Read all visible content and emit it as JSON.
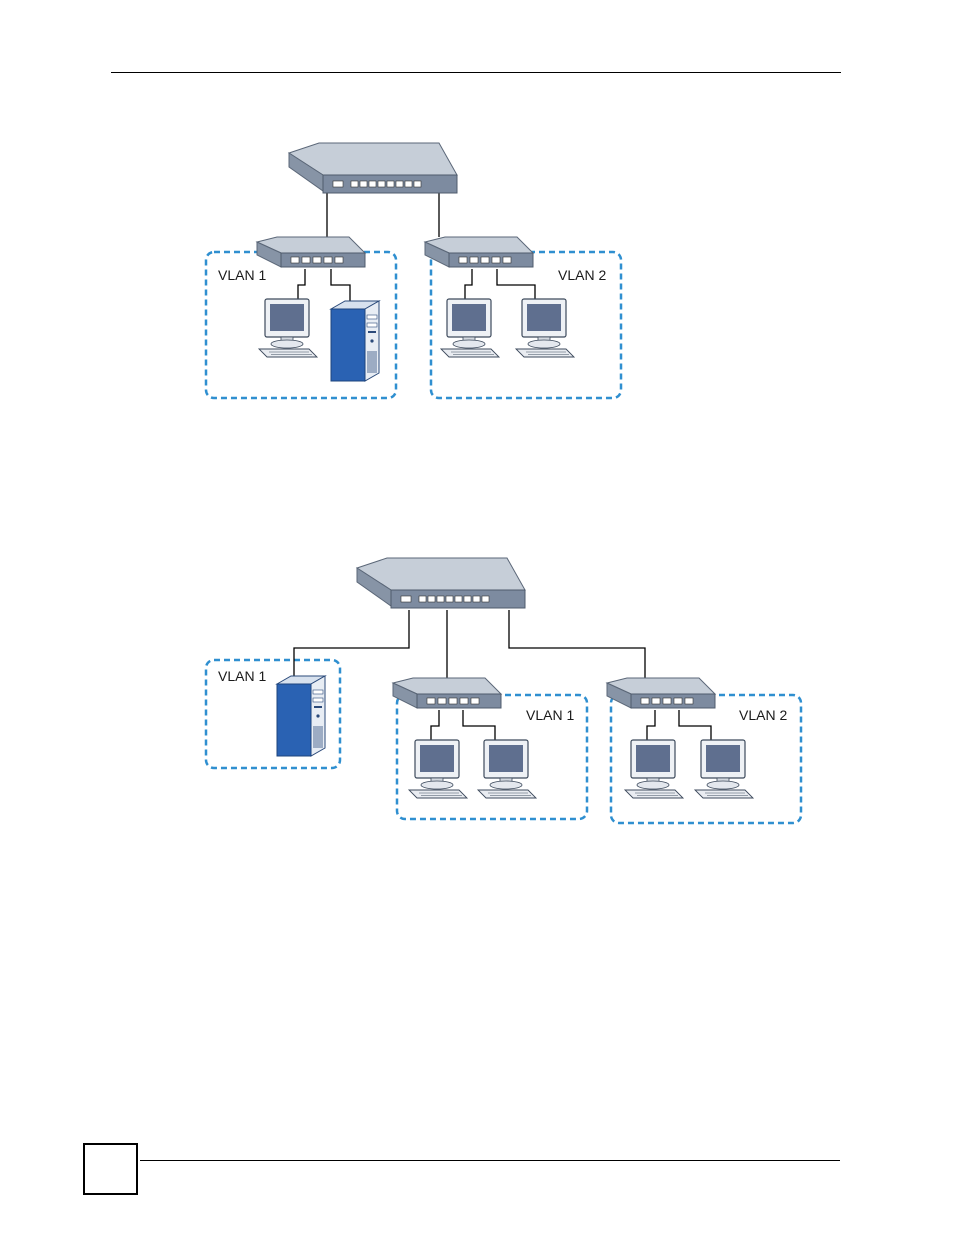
{
  "figure1": {
    "groups": [
      {
        "label": "VLAN 1"
      },
      {
        "label": "VLAN 2"
      }
    ]
  },
  "figure2": {
    "groups": [
      {
        "label": "VLAN 1"
      },
      {
        "label": "VLAN 1"
      },
      {
        "label": "VLAN 2"
      }
    ]
  },
  "colors": {
    "vlan_border": "#2f8fd0",
    "switch_top": "#b7c1cd",
    "switch_front": "#7c8a9e",
    "monitor_screen": "#5f6f8f",
    "server_blue": "#2a62b3"
  }
}
